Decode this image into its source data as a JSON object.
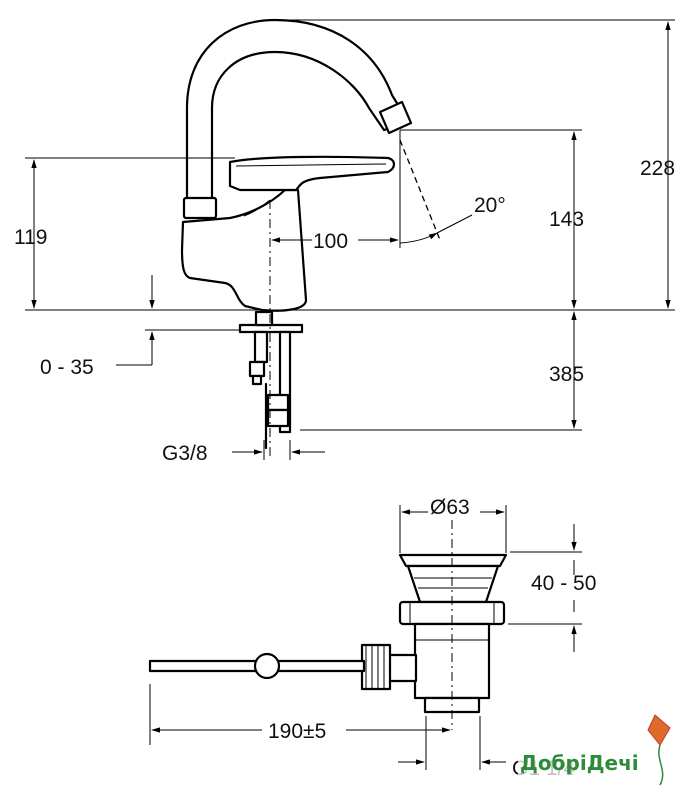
{
  "drawing": {
    "dimensions": {
      "overall_height": "228",
      "lever_height": "119",
      "spout_height": "143",
      "spout_reach": "100",
      "spout_angle": "20°",
      "deck_thickness": "0 - 35",
      "hose_length": "385",
      "hose_thread": "G3/8",
      "waste_diameter": "Ø63",
      "waste_height": "40 - 50",
      "rod_length": "190±5",
      "waste_thread": "G1 1/4"
    },
    "watermark": "ДобріДечі"
  }
}
